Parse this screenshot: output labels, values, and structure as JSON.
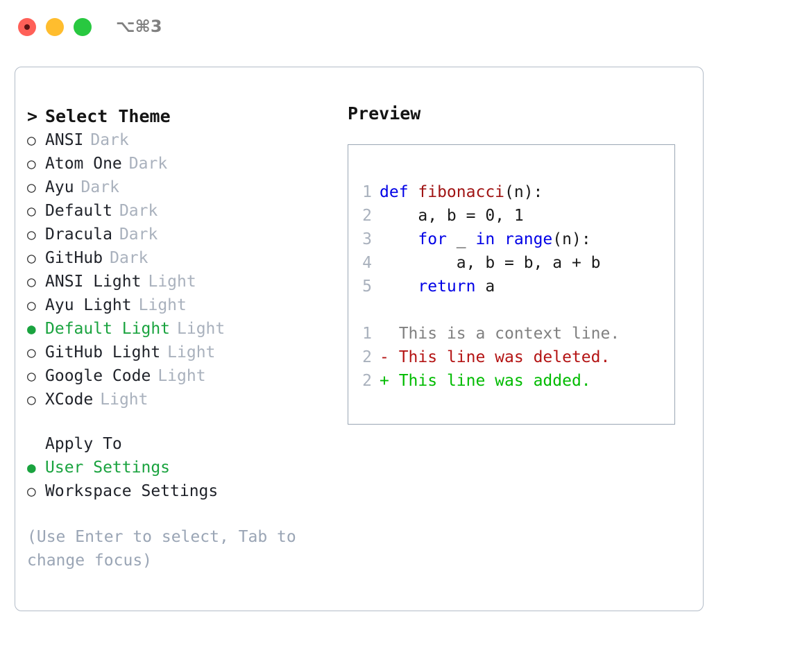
{
  "titlebar": {
    "shortcut": "⌥⌘3",
    "buttons": {
      "close": "close",
      "minimize": "minimize",
      "maximize": "maximize"
    }
  },
  "left": {
    "section_title": "Select Theme",
    "caret": ">",
    "bullet_selected": "●",
    "bullet_unselected": "○",
    "themes": [
      {
        "name": "ANSI",
        "category": "Dark",
        "selected": false
      },
      {
        "name": "Atom One",
        "category": "Dark",
        "selected": false
      },
      {
        "name": "Ayu",
        "category": "Dark",
        "selected": false
      },
      {
        "name": "Default",
        "category": "Dark",
        "selected": false
      },
      {
        "name": "Dracula",
        "category": "Dark",
        "selected": false
      },
      {
        "name": "GitHub",
        "category": "Dark",
        "selected": false
      },
      {
        "name": "ANSI Light",
        "category": "Light",
        "selected": false
      },
      {
        "name": "Ayu Light",
        "category": "Light",
        "selected": false
      },
      {
        "name": "Default Light",
        "category": "Light",
        "selected": true
      },
      {
        "name": "GitHub Light",
        "category": "Light",
        "selected": false
      },
      {
        "name": "Google Code",
        "category": "Light",
        "selected": false
      },
      {
        "name": "XCode",
        "category": "Light",
        "selected": false
      }
    ],
    "apply_to": {
      "heading": "Apply To",
      "options": [
        {
          "label": "User Settings",
          "selected": true
        },
        {
          "label": "Workspace Settings",
          "selected": false
        }
      ]
    },
    "hint": "(Use Enter to select, Tab to change focus)"
  },
  "right": {
    "title": "Preview",
    "code_lines": [
      {
        "no": "1",
        "tokens": [
          {
            "t": "def ",
            "c": "kw"
          },
          {
            "t": "fibonacci",
            "c": "fn"
          },
          {
            "t": "(n):",
            "c": "pl"
          }
        ]
      },
      {
        "no": "2",
        "tokens": [
          {
            "t": "    a, b = 0, 1",
            "c": "pl"
          }
        ]
      },
      {
        "no": "3",
        "tokens": [
          {
            "t": "    ",
            "c": "pl"
          },
          {
            "t": "for",
            "c": "kw"
          },
          {
            "t": " _ ",
            "c": "pl"
          },
          {
            "t": "in",
            "c": "kw"
          },
          {
            "t": " ",
            "c": "pl"
          },
          {
            "t": "range",
            "c": "kw"
          },
          {
            "t": "(n):",
            "c": "pl"
          }
        ]
      },
      {
        "no": "4",
        "tokens": [
          {
            "t": "        a, b = b, a + b",
            "c": "pl"
          }
        ]
      },
      {
        "no": "5",
        "tokens": [
          {
            "t": "    ",
            "c": "pl"
          },
          {
            "t": "return",
            "c": "kw"
          },
          {
            "t": " a",
            "c": "pl"
          }
        ]
      }
    ],
    "diff_lines": [
      {
        "no": "1",
        "marker": " ",
        "text": " This is a context line.",
        "c": "ctx"
      },
      {
        "no": "2",
        "marker": "-",
        "text": " This line was deleted.",
        "c": "del"
      },
      {
        "no": "2",
        "marker": "+",
        "text": " This line was added.",
        "c": "add"
      }
    ]
  },
  "colors": {
    "selected_green": "#1aa33f",
    "added_green": "#00bb00",
    "deleted_red": "#b41414",
    "keyword_blue": "#0000e6",
    "function_red": "#a01414",
    "muted_gray": "#a9b1bd",
    "border": "#b3bcc8"
  }
}
